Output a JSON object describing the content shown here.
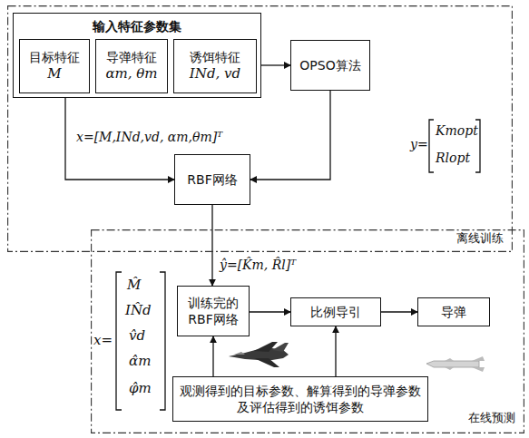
{
  "diagram": {
    "nodes": [
      {
        "text": [
          "离线训练"
        ]
      },
      {
        "text": [
          "输入特征参数集"
        ],
        "in": 0
      },
      {
        "text": [
          "目标特征",
          "M"
        ],
        "in": 1
      },
      {
        "text": [
          "导弹特征",
          "αm, θm"
        ],
        "in": 1
      },
      {
        "text": [
          "诱饵特征",
          "INd, vd"
        ],
        "in": 1
      },
      {
        "text": [
          "OPSO算法"
        ],
        "in": 0
      },
      {
        "text": [
          "RBF网络"
        ],
        "in": 0
      },
      {
        "text": [
          "在线预测"
        ]
      },
      {
        "text": [
          "训练完的RBF网络"
        ],
        "in": 7
      },
      {
        "text": [
          "比例导引"
        ],
        "in": 7
      },
      {
        "text": [
          "导弹"
        ],
        "in": 7
      },
      {
        "text": [
          "观测得到的目标参数、解算得到的导弹参数及评估得到的诱饵参数"
        ],
        "in": 7
      }
    ],
    "edges": [
      {
        "from": 1,
        "to": 5,
        "arrow": "to"
      },
      {
        "from": 1,
        "to": 6,
        "arrow": "to"
      },
      {
        "from": 5,
        "to": 6,
        "arrow": "to"
      },
      {
        "from": 6,
        "to": 8,
        "arrow": "to"
      },
      {
        "from": 8,
        "to": 9,
        "arrow": "to"
      },
      {
        "from": 9,
        "to": 10,
        "arrow": "to"
      },
      {
        "from": 11,
        "to": 8,
        "arrow": "to"
      },
      {
        "from": 11,
        "to": 9,
        "arrow": "to"
      }
    ],
    "labels": [
      "x=[M,INd,vd, αm,θm]ᵀ",
      "y=",
      "Kmopt",
      "Rlopt",
      "ŷ=[K̂m, R̂l]ᵀ",
      "x=",
      "M̂",
      "IN̂d",
      "v̂d",
      "α̂m",
      "φ̂m"
    ]
  }
}
